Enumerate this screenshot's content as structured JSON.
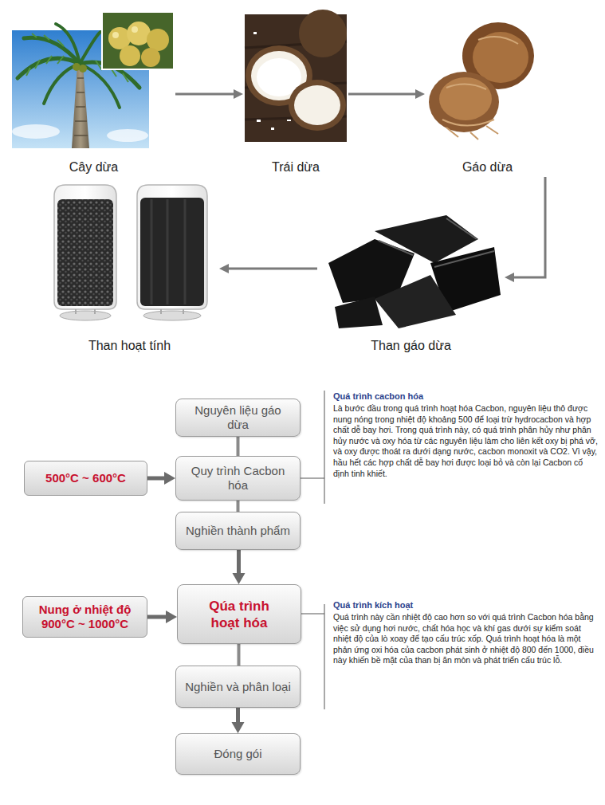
{
  "diagram": {
    "nodes": [
      {
        "text": [
          "Cây dừa"
        ]
      },
      {
        "text": [
          "Trái dừa"
        ]
      },
      {
        "text": [
          "Gáo dừa"
        ]
      },
      {
        "text": [
          "Than hoạt tính"
        ]
      },
      {
        "text": [
          "Than gáo dừa"
        ]
      },
      {
        "text": [
          "Nguyên liệu gáo dừa"
        ]
      },
      {
        "text": [
          "500°C ~ 600°C"
        ]
      },
      {
        "text": [
          "Quy trình Cacbon hóa"
        ]
      },
      {
        "text": [
          "Nghiền thành phẩm"
        ]
      },
      {
        "text": [
          "Nung ở nhiệt độ 900°C ~ 1000°C"
        ]
      },
      {
        "text": [
          "Qúa trình hoạt hóa"
        ]
      },
      {
        "text": [
          "Nghiền và phân loại"
        ]
      },
      {
        "text": [
          "Đóng gói"
        ]
      }
    ],
    "edges": [
      {
        "from": 0,
        "to": 1,
        "arrow": "to"
      },
      {
        "from": 1,
        "to": 2,
        "arrow": "to"
      },
      {
        "from": 2,
        "to": 4,
        "arrow": "to"
      },
      {
        "from": 4,
        "to": 3,
        "arrow": "to"
      },
      {
        "from": 5,
        "to": 7,
        "arrow": "none"
      },
      {
        "from": 6,
        "to": 7,
        "arrow": "to"
      },
      {
        "from": 7,
        "to": 8,
        "arrow": "none"
      },
      {
        "from": 8,
        "to": 10,
        "arrow": "to"
      },
      {
        "from": 9,
        "to": 10,
        "arrow": "to"
      },
      {
        "from": 10,
        "to": 11,
        "arrow": "none"
      },
      {
        "from": 11,
        "to": 12,
        "arrow": "to"
      }
    ],
    "labels": [
      "Quá trình cacbon hóa",
      "Là bước đầu trong quá trình hoạt hóa Cacbon, nguyên liệu thô được nung nóng trong nhiệt độ khoảng 500 để loại trừ hydrocacbon và hợp chất dễ bay hơi. Trong quá trình này, có quá trình phân hủy như phân hủy nước và oxy hóa từ các nguyên liệu làm cho liên kết oxy bị phá vỡ, và oxy được thoát ra dưới dạng nước, cacbon monoxit và CO2. Vì vậy, hầu hết các hợp chất dễ bay hơi được loại bỏ và còn lại Cacbon cố định tinh khiết.",
      "Quá trình kích hoạt",
      "Quá trình này cần nhiệt độ cao hơn so với quá trình Cacbon hóa bằng việc sử dụng hơi nước, chất hóa học và khí gas dưới sự kiểm soát nhiệt độ của lò xoay để tạo cấu trúc xốp. Quá trình hoạt hóa là một phản ứng oxi hóa của cacbon phát sinh ở nhiệt độ 800 đến 1000, điều này khiến bề mặt của than bị ăn mòn và phát triển cấu trúc lỗ."
    ]
  }
}
